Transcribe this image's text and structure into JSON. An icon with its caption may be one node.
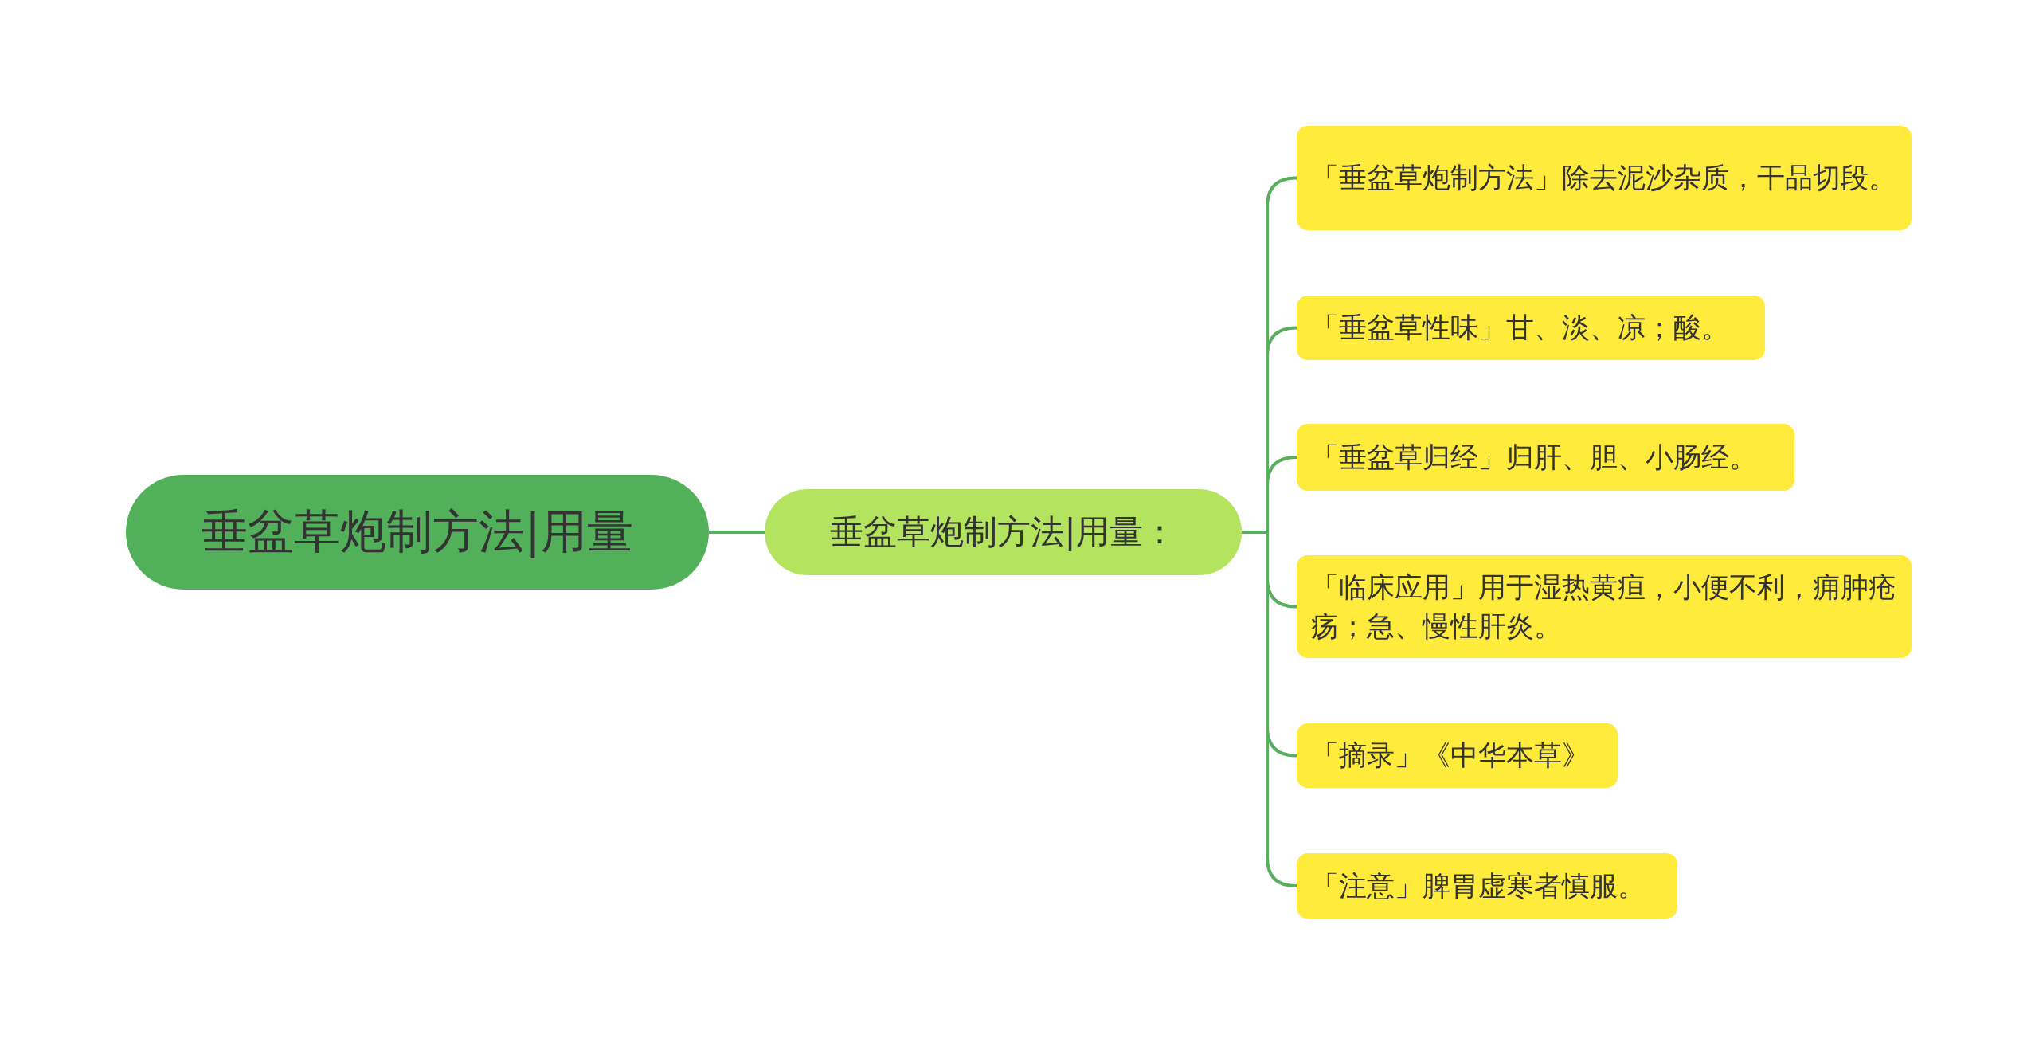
{
  "diagram": {
    "nodes": [
      {
        "text": [
          "垂盆草炮制方法|用量"
        ]
      },
      {
        "text": [
          "垂盆草炮制方法|用量："
        ]
      },
      {
        "text": [
          "「垂盆草炮制方法」除去泥沙杂质，干品切段。"
        ]
      },
      {
        "text": [
          "「垂盆草性味」甘、淡、凉；酸。"
        ]
      },
      {
        "text": [
          "「垂盆草归经」归肝、胆、小肠经。"
        ]
      },
      {
        "text": [
          "「临床应用」用于湿热黄疸，小便不利，痈肿疮疡；急、慢性肝炎。"
        ]
      },
      {
        "text": [
          "「摘录」《中华本草》"
        ]
      },
      {
        "text": [
          "「注意」脾胃虚寒者慎服。"
        ]
      }
    ],
    "edges": [
      {
        "from": 0,
        "to": 1,
        "arrow": "none"
      },
      {
        "from": 1,
        "to": 2,
        "arrow": "none"
      },
      {
        "from": 1,
        "to": 3,
        "arrow": "none"
      },
      {
        "from": 1,
        "to": 4,
        "arrow": "none"
      },
      {
        "from": 1,
        "to": 5,
        "arrow": "none"
      },
      {
        "from": 1,
        "to": 6,
        "arrow": "none"
      },
      {
        "from": 1,
        "to": 7,
        "arrow": "none"
      }
    ]
  }
}
